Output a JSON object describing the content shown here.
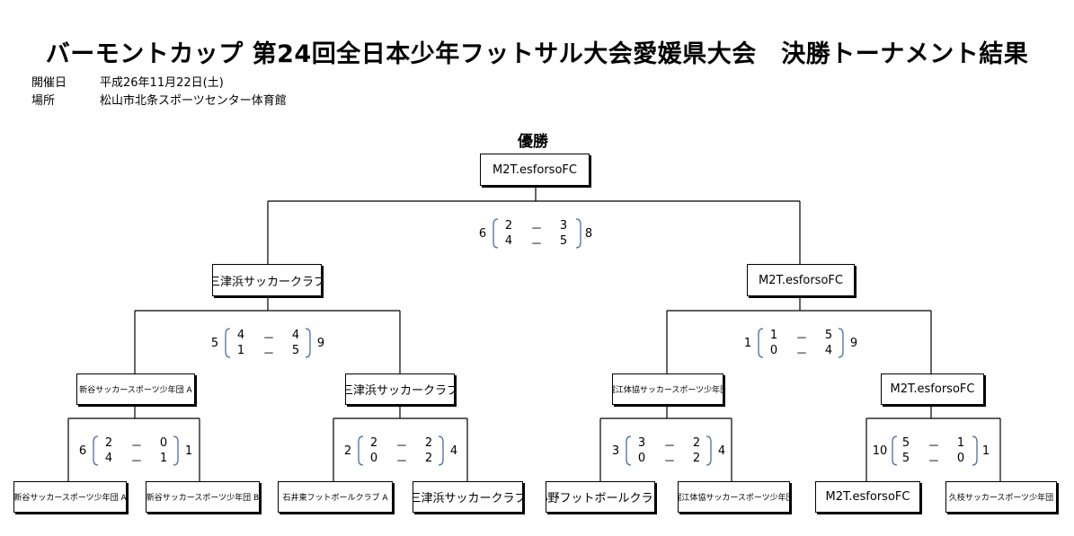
{
  "title": "バーモントカップ 第24回全日本少年フットサル大会愛媛県大会　決勝トーナメント結果",
  "info": {
    "date_label": "開催日",
    "date_value": "平成26年11月22日(土)",
    "venue_label": "場所",
    "venue_value": "松山市北条スポーツセンター体育館"
  },
  "champion_label": "優勝",
  "champion": "M2T.esforsoFC",
  "semi_left": "三津浜サッカークラブ",
  "semi_right": "M2T.esforsoFC",
  "qf": [
    "新谷サッカースポーツ少年団 A",
    "三津浜サッカークラブ",
    "堀江体協サッカースポーツ少年団",
    "M2T.esforsoFC"
  ],
  "r1": [
    "新谷サッカースポーツ少年団 A",
    "新谷サッカースポーツ少年団 B",
    "石井東フットボールクラブ A",
    "三津浜サッカークラブ",
    "小野フットボールクラブ",
    "堀江体協サッカースポーツ少年団",
    "M2T.esforsoFC",
    "久枝サッカースポーツ少年団"
  ],
  "scores": {
    "final": {
      "left_total": "6",
      "right_total": "8",
      "h1": [
        "2",
        "－",
        "3"
      ],
      "h2": [
        "4",
        "－",
        "5"
      ]
    },
    "sf_left": {
      "left_total": "5",
      "right_total": "9",
      "h1": [
        "4",
        "－",
        "4"
      ],
      "h2": [
        "1",
        "－",
        "5"
      ]
    },
    "sf_right": {
      "left_total": "1",
      "right_total": "9",
      "h1": [
        "1",
        "－",
        "5"
      ],
      "h2": [
        "0",
        "－",
        "4"
      ]
    },
    "qf1": {
      "left_total": "6",
      "right_total": "1",
      "h1": [
        "2",
        "－",
        "0"
      ],
      "h2": [
        "4",
        "－",
        "1"
      ]
    },
    "qf2": {
      "left_total": "2",
      "right_total": "4",
      "h1": [
        "2",
        "－",
        "2"
      ],
      "h2": [
        "0",
        "－",
        "2"
      ]
    },
    "qf3": {
      "left_total": "3",
      "right_total": "4",
      "h1": [
        "3",
        "－",
        "2"
      ],
      "h2": [
        "0",
        "－",
        "2"
      ]
    },
    "qf4": {
      "left_total": "10",
      "right_total": "1",
      "h1": [
        "5",
        "－",
        "1"
      ],
      "h2": [
        "5",
        "－",
        "0"
      ]
    }
  }
}
